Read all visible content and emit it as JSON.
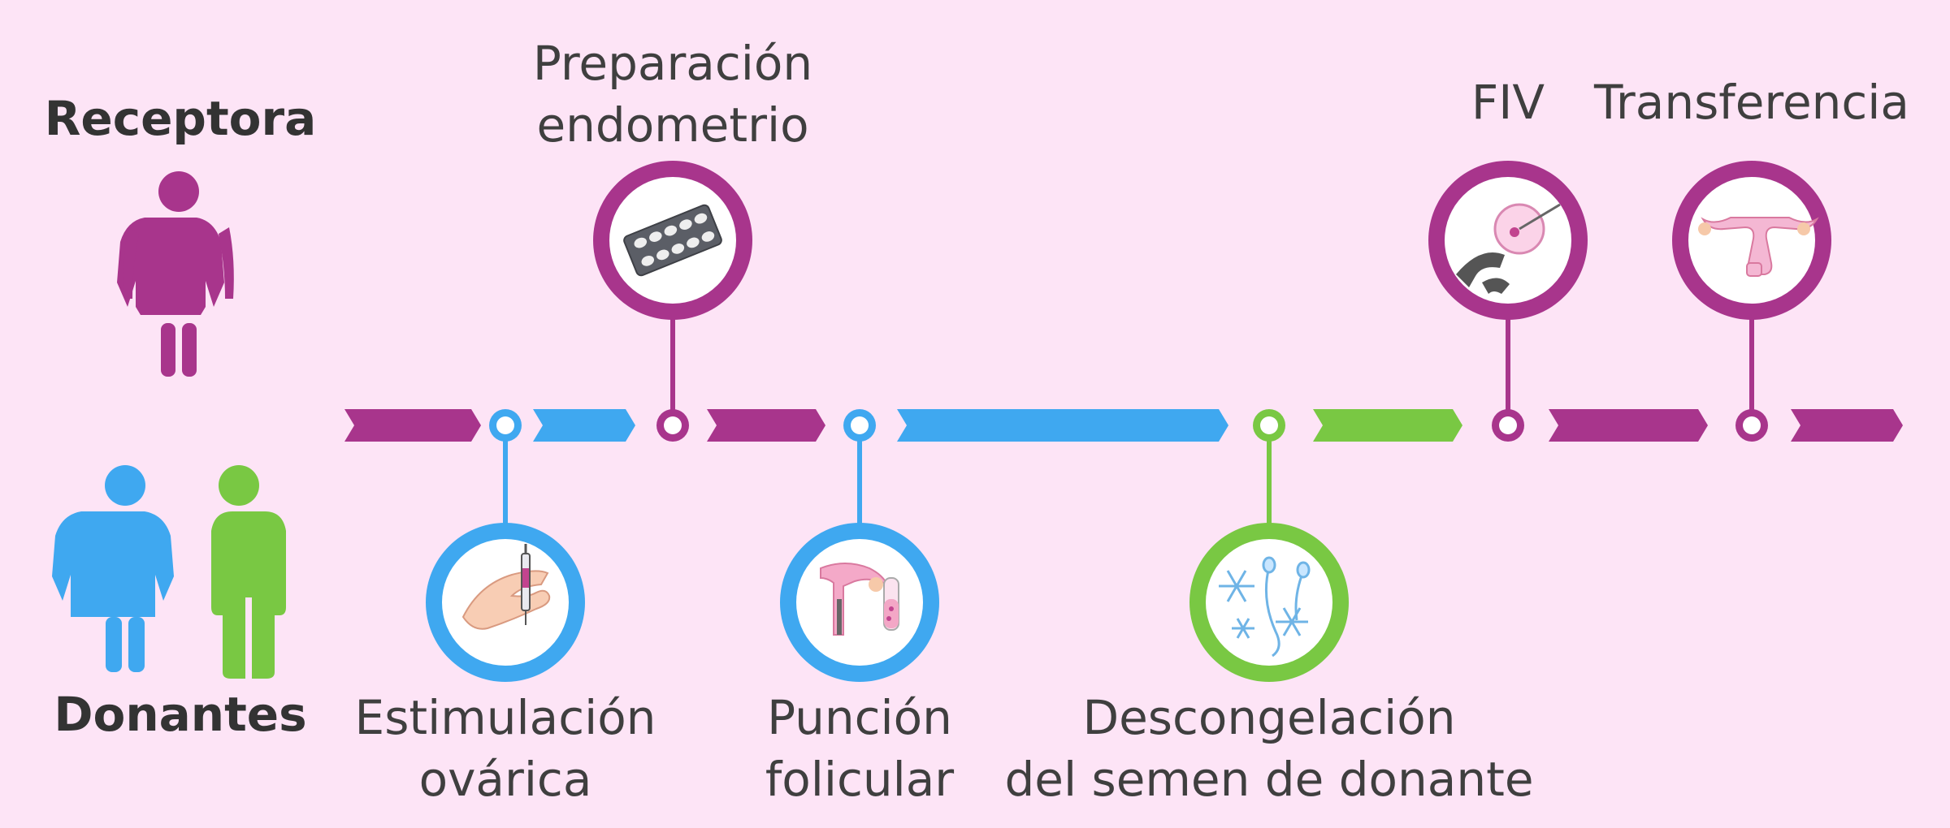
{
  "colors": {
    "background": "#fde4f6",
    "purple": "#a8358c",
    "blue": "#3fa8f0",
    "green": "#79c843",
    "text": "#3f3f3f"
  },
  "sides": {
    "recipient": "Receptora",
    "donors": "Donantes"
  },
  "steps": [
    {
      "id": "estimulacion",
      "label": "Estimulación\novárica",
      "color": "blue",
      "position": "below",
      "icon": "injection-hand-icon"
    },
    {
      "id": "preparacion",
      "label": "Preparación\nendometrio",
      "color": "purple",
      "position": "above",
      "icon": "pill-blister-icon"
    },
    {
      "id": "puncion",
      "label": "Punción\nfolicular",
      "color": "blue",
      "position": "below",
      "icon": "ovary-puncture-icon"
    },
    {
      "id": "descongelacion",
      "label": "Descongelación\ndel semen de donante",
      "color": "green",
      "position": "below",
      "icon": "frozen-sperm-icon"
    },
    {
      "id": "fiv",
      "label": "FIV",
      "color": "purple",
      "position": "above",
      "icon": "ivf-micromanipulation-icon"
    },
    {
      "id": "transferencia",
      "label": "Transferencia",
      "color": "purple",
      "position": "above",
      "icon": "uterus-icon"
    }
  ]
}
